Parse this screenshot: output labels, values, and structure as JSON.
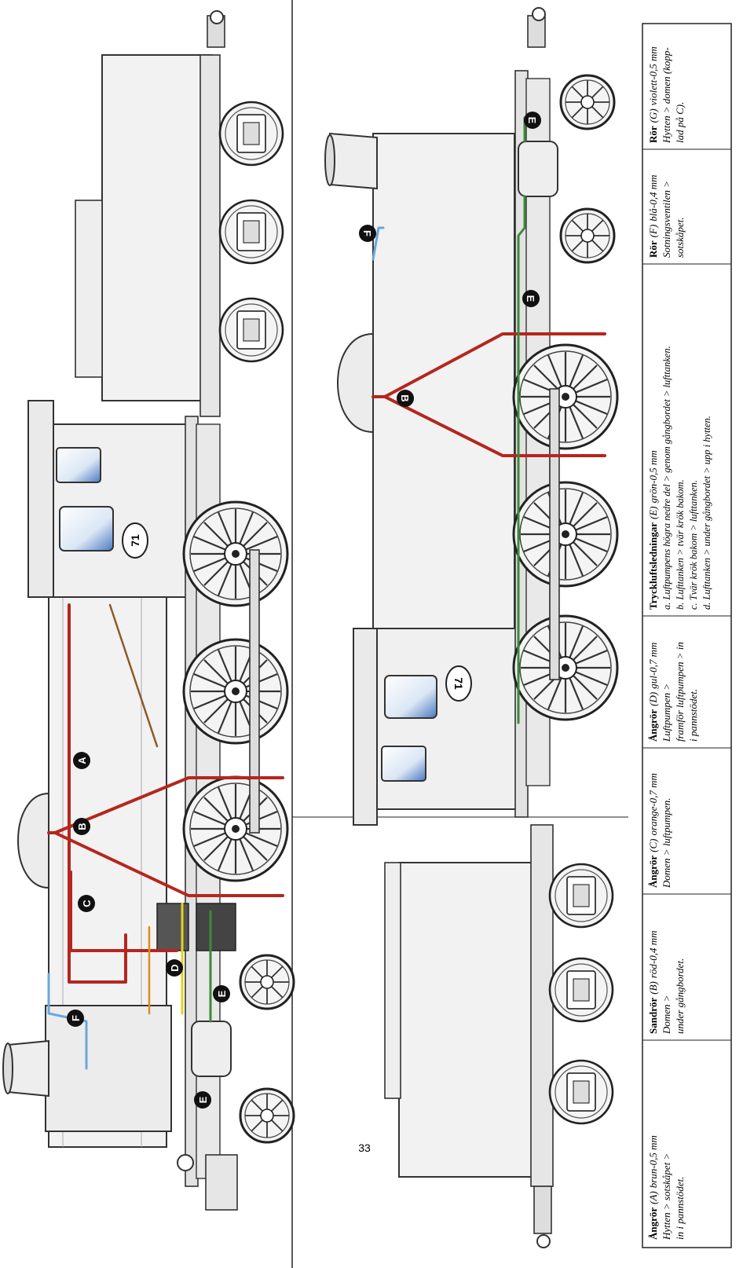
{
  "page_number": "33",
  "locomotive_number": "71",
  "markers": {
    "A": "A",
    "B": "B",
    "C": "C",
    "D": "D",
    "E": "E",
    "F": "F"
  },
  "legend": [
    {
      "title": "Ångrör",
      "code": "(A)",
      "spec": "brun-0,5 mm",
      "lines": [
        "Hytten > sotskåpet >",
        "in i pannstödet."
      ],
      "color": "#8a5a2b"
    },
    {
      "title": "Sandrör",
      "code": "(B)",
      "spec": "röd-0,4 mm",
      "lines": [
        "Domen >",
        "under gångbordet."
      ],
      "color": "#b5261e"
    },
    {
      "title": "Ångrör",
      "code": "(C)",
      "spec": "orange-0,7 mm",
      "lines": [
        "Domen > luftpumpen."
      ],
      "color": "#e08a1e"
    },
    {
      "title": "Ångrör",
      "code": "(D)",
      "spec": "gul-0,7 mm",
      "lines": [
        "Luftpumpen >",
        "framför luftpumpen > in",
        "i pannstödet."
      ],
      "color": "#e6d21a"
    },
    {
      "title": "Tryckluftsledningar",
      "code": "(E)",
      "spec": "grön-0,5 mm",
      "lines": [
        "a. Luftpumpens högra nedre del > genom gångbordet > lufttanken.",
        "b. Lufttanken > tvär krök bakom.",
        "c. Tvär krök bakom > lufttanken.",
        "d. Lufttanken > under gångbordet > upp i hytten."
      ],
      "color": "#3b8a3a"
    },
    {
      "title": "Rör",
      "code": "(F)",
      "spec": "blå-0,4 mm",
      "lines": [
        "Sotningsventilen >",
        "sotskåpet."
      ],
      "color": "#6aa7d8"
    },
    {
      "title": "Rör",
      "code": "(G)",
      "spec": "violett-0,5 mm",
      "lines": [
        "Hytten > domen (kopp-",
        "lad på C)."
      ],
      "color": "#7a4a9a"
    }
  ]
}
